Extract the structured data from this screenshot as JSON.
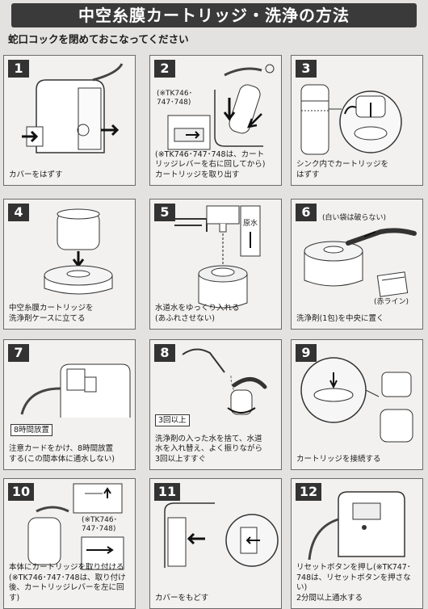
{
  "title": "中空糸膜カートリッジ・洗浄の方法",
  "subtitle": "蛇口コックを閉めておこなってください",
  "steps": [
    {
      "num": "1",
      "caption": "カバーをはずす"
    },
    {
      "num": "2",
      "note": "(※TK746･\n747･748)",
      "caption": "(※TK746･747･748は、カート\nリッジレバーを右に回してから)\nカートリッジを取り出す"
    },
    {
      "num": "3",
      "caption": "シンク内でカートリッジを\nはずす"
    },
    {
      "num": "4",
      "caption": "中空糸膜カートリッジを\n洗浄剤ケースに立てる"
    },
    {
      "num": "5",
      "label": "原水",
      "caption": "水道水をゆっくり入れる\n(あふれさせない)"
    },
    {
      "num": "6",
      "note_top": "(白い袋は破らない)",
      "note_bottom": "(赤ライン)",
      "caption": "洗浄剤(1包)を中央に置く"
    },
    {
      "num": "7",
      "badge": "8時間放置",
      "caption": "注意カードをかけ、8時間放置\nする(この間本体に通水しない)"
    },
    {
      "num": "8",
      "badge": "3回以上",
      "caption": "洗浄剤の入った水を捨て、水道\n水を入れ替え、よく振りながら\n3回以上すすぐ"
    },
    {
      "num": "9",
      "caption": "カートリッジを接続する"
    },
    {
      "num": "10",
      "note": "(※TK746･\n747･748)",
      "caption": "本体にカートリッジを取り付ける\n(※TK746･747･748は、取り付け\n後、カートリッジレバーを左に回す)"
    },
    {
      "num": "11",
      "caption": "カバーをもどす"
    },
    {
      "num": "12",
      "caption": "リセットボタンを押し(※TK747･\n748は、リセットボタンを押さない)\n2分間以上通水する"
    }
  ]
}
